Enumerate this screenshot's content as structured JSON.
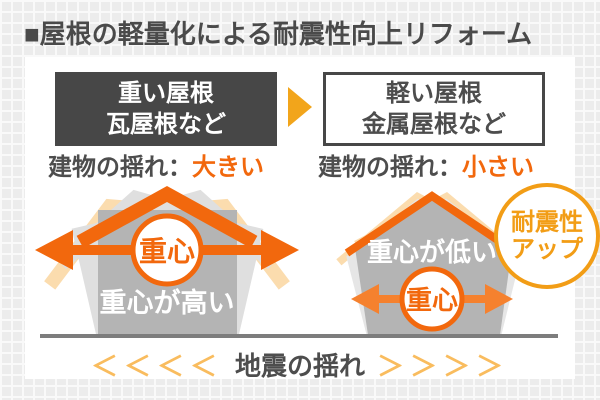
{
  "title": "■屋根の軽量化による耐震性向上リフォーム",
  "left": {
    "box_line1": "重い屋根",
    "box_line2": "瓦屋根など",
    "caption_label": "建物の揺れ：",
    "caption_value": "大きい",
    "gravity_label": "重心",
    "gravity_note": "重心が高い"
  },
  "right": {
    "box_line1": "軽い屋根",
    "box_line2": "金属屋根など",
    "caption_label": "建物の揺れ：",
    "caption_value": "小さい",
    "gravity_label": "重心",
    "gravity_note": "重心が低い"
  },
  "badge": {
    "line1": "耐震性",
    "line2": "アップ"
  },
  "footer": {
    "left_chevrons": "＜＜＜＜",
    "label": "地震の揺れ",
    "right_chevrons": "＞＞＞＞"
  },
  "colors": {
    "accent_orange": "#f2680d",
    "triangle_arrow_orange": "#f2a51b",
    "badge_orange": "#f29d16",
    "footer_chevron_orange": "#f9bc5e",
    "peach_ghost_roof": "#fbdcae",
    "dark_box_gray": "#474747",
    "text_gray": "#4d4d4d",
    "house_body_gray": "#b4b4b4",
    "ghost_house_gray": "#dfdfdf",
    "ground_line_gray": "#7d7d7d"
  }
}
